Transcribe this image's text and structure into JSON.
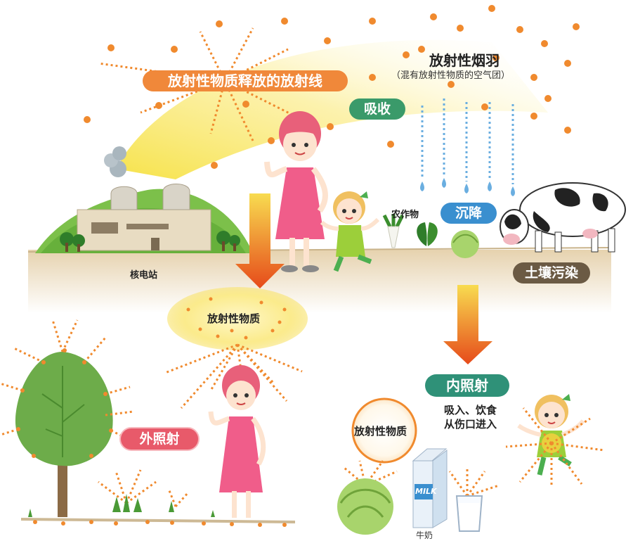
{
  "labels": {
    "radiation_release": "放射性物质释放的放射线",
    "plume_title": "放射性烟羽",
    "plume_subtitle": "（混有放射性物质的空气团）",
    "absorb": "吸收",
    "deposition": "沉降",
    "crops": "农作物",
    "nuclear_plant": "核电站",
    "soil_contamination": "土壤污染",
    "radioactive_material_cloud": "放射性物质",
    "external_exposure": "外照射",
    "internal_exposure": "内照射",
    "intake_line1": "吸入、饮食",
    "intake_line2": "从伤口进入",
    "radioactive_material_circle": "放射性物质",
    "milk_carton_text": "MILK",
    "milk_label": "牛奶"
  },
  "colors": {
    "particle": "#f08a2e",
    "ray": "#f08a2e",
    "plume_yellow": "#fbe96a",
    "ground": "#efe2c8",
    "arrow_top": "#f8d84a",
    "arrow_bottom": "#e94e1b",
    "pill_orange": "#f0883a",
    "pill_green": "#3a9a6a",
    "pill_blue": "#3a8fcf",
    "pill_brown": "#6b5a44",
    "pill_pink": "#e85a6a",
    "rain_drop": "#6aaee0"
  },
  "icons": [
    "nuclear-plant-icon",
    "smoke-icon",
    "tree-icon",
    "woman-icon",
    "girl-icon",
    "cow-icon",
    "cabbage-icon",
    "radish-icon",
    "spinach-icon",
    "milk-carton-icon",
    "milk-glass-icon",
    "down-arrow-icon",
    "rain-drop-icon",
    "radiation-ray-icon"
  ]
}
